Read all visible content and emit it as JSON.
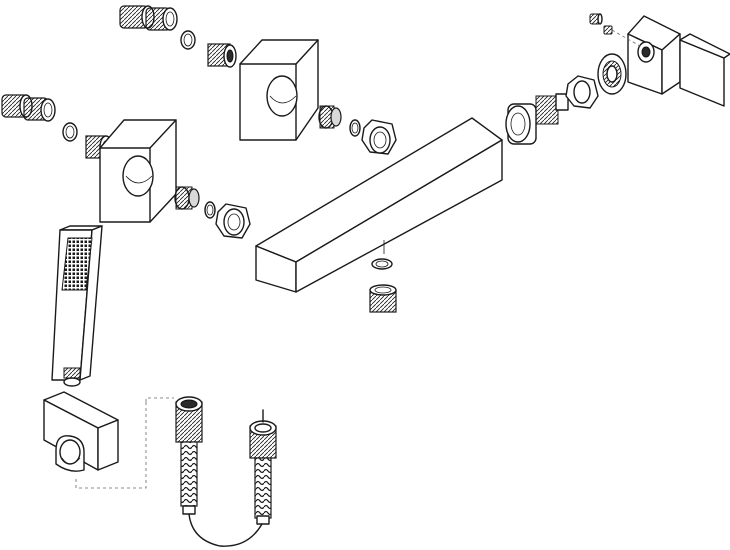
{
  "diagram": {
    "parts": [
      "wall-eccentric-connectors",
      "wall-flanges",
      "thermostatic-bar-body",
      "cartridge",
      "lever-handle",
      "hand-shower",
      "shower-holder",
      "flexible-hose",
      "outlet-nipple"
    ],
    "colors": {
      "line": "#1a1a1a",
      "shade": "#d9d9d9",
      "dark": "#2b2b2b",
      "background": "#ffffff"
    }
  }
}
